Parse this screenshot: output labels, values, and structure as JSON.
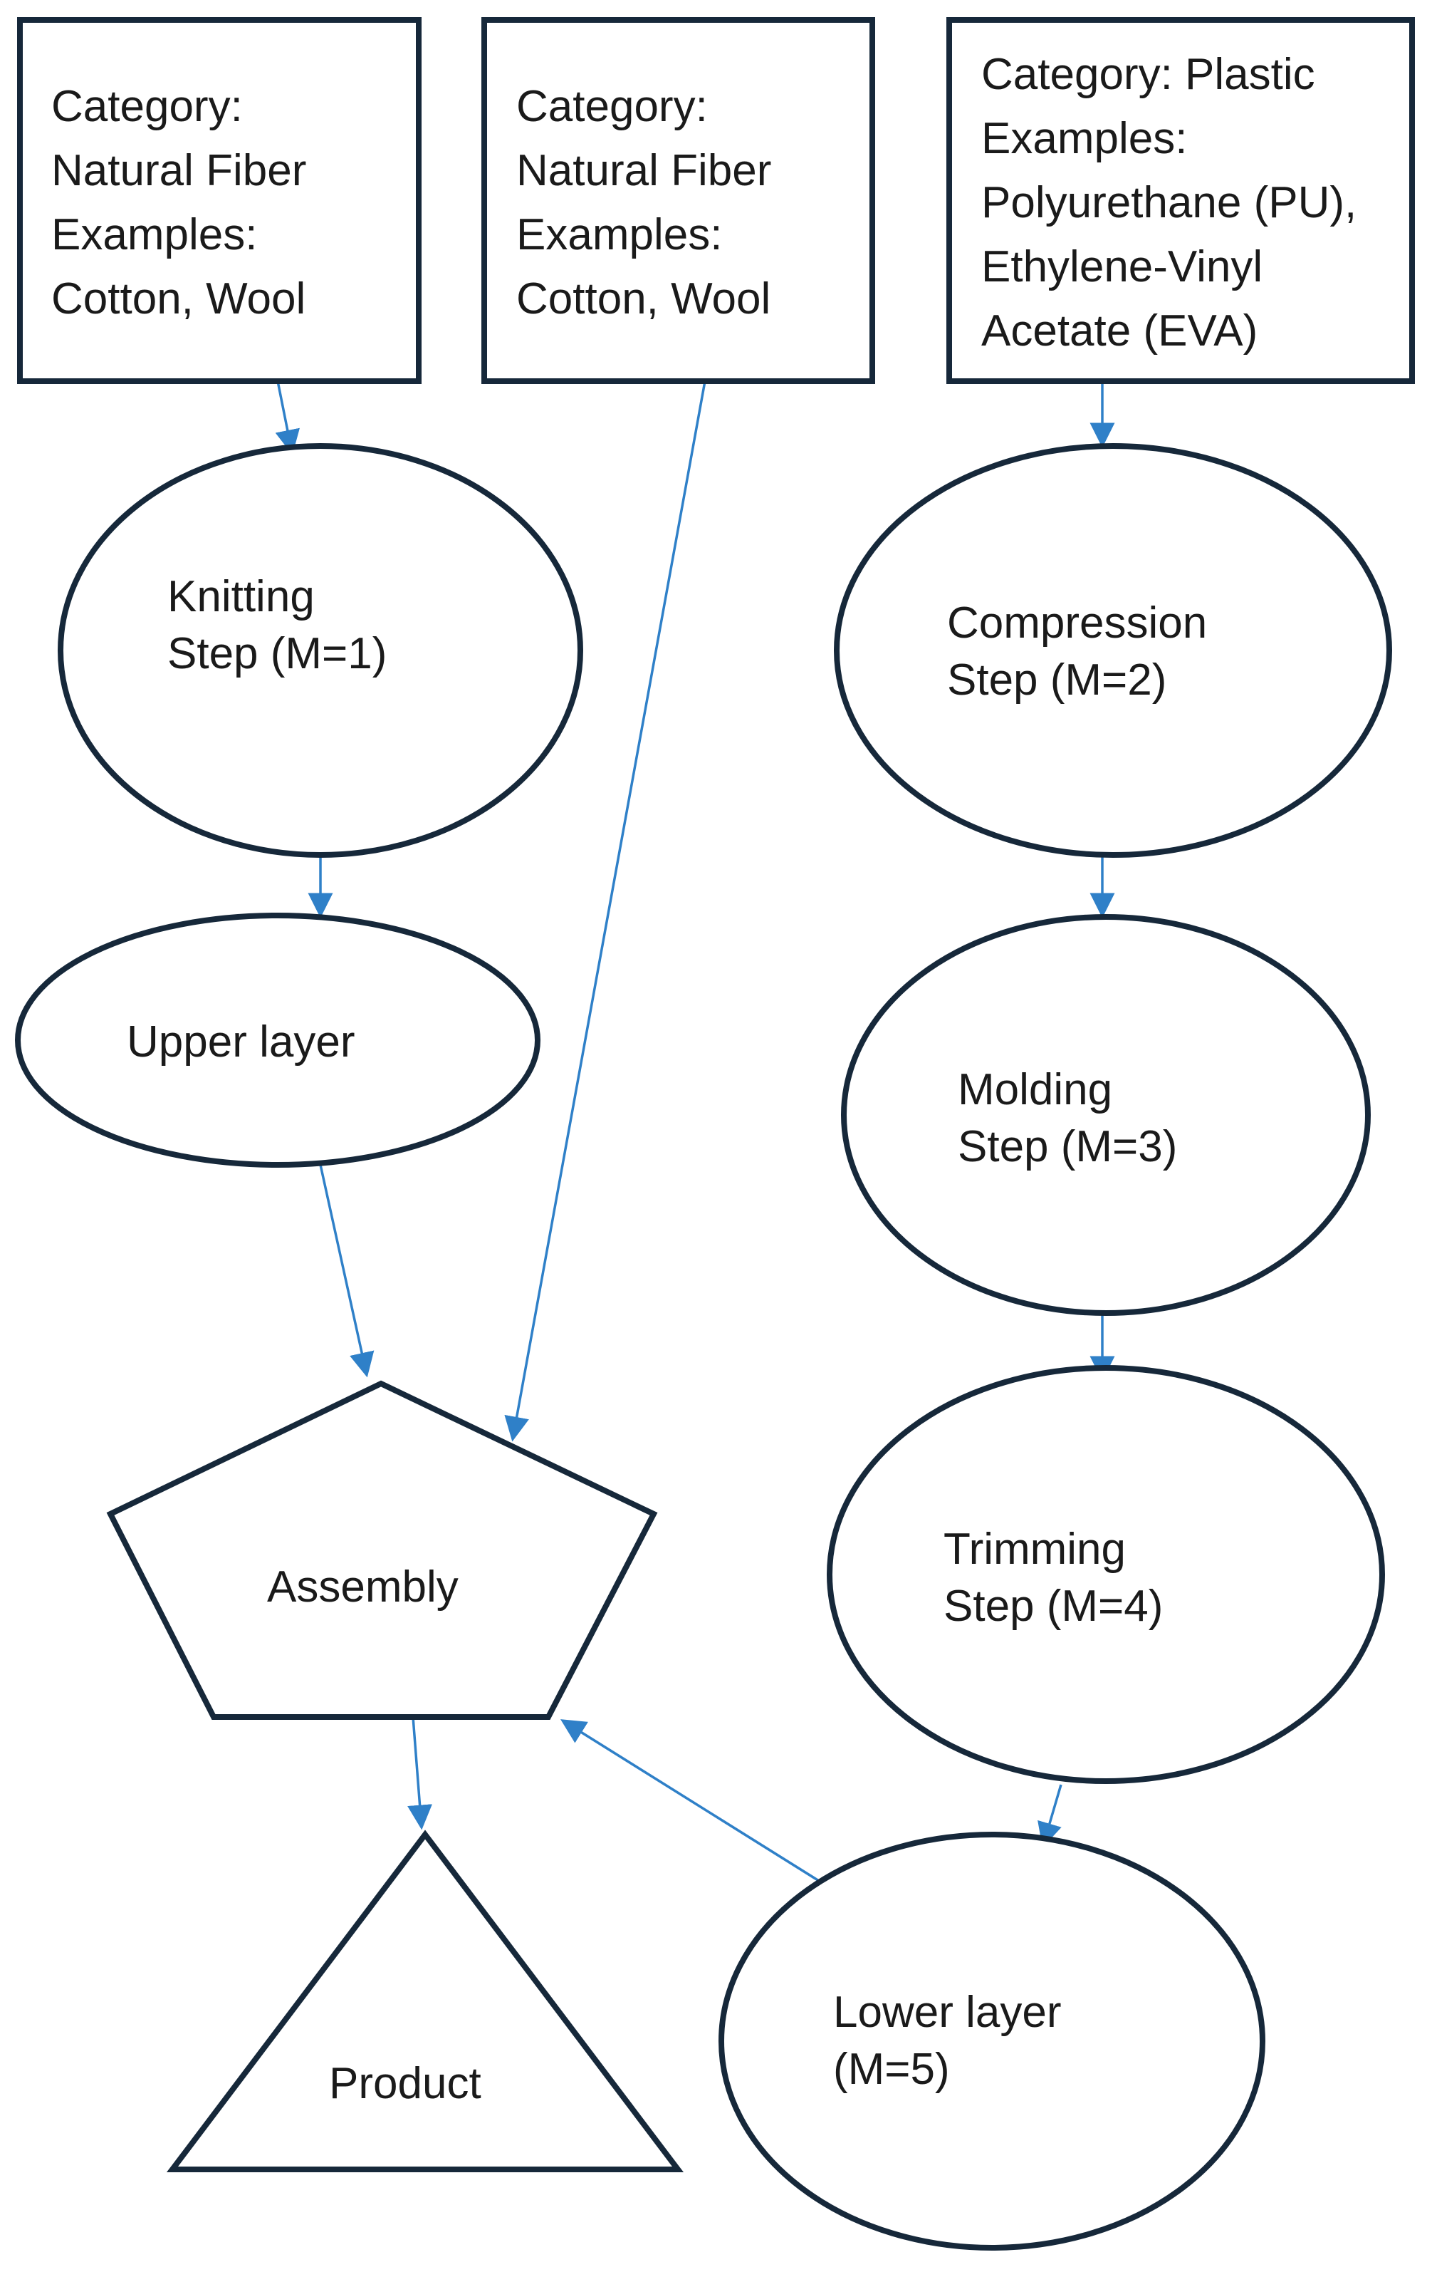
{
  "sources": [
    {
      "lines": [
        "Category:",
        "Natural Fiber",
        "Examples:",
        "Cotton, Wool"
      ]
    },
    {
      "lines": [
        "Category:",
        "Natural Fiber",
        "Examples:",
        "Cotton, Wool"
      ]
    },
    {
      "lines": [
        "Category: Plastic",
        "Examples:",
        "Polyurethane (PU),",
        "Ethylene-Vinyl",
        "Acetate (EVA)"
      ]
    }
  ],
  "process": {
    "knitting": {
      "lines": [
        "Knitting",
        "Step (M=1)"
      ]
    },
    "upper_layer": {
      "lines": [
        "Upper layer"
      ]
    },
    "compression": {
      "lines": [
        "Compression",
        "Step (M=2)"
      ]
    },
    "molding": {
      "lines": [
        "Molding",
        "Step (M=3)"
      ]
    },
    "trimming": {
      "lines": [
        "Trimming",
        "Step (M=4)"
      ]
    },
    "lower_layer": {
      "lines": [
        "Lower layer",
        "(M=5)"
      ]
    },
    "assembly": {
      "lines": [
        "Assembly"
      ]
    },
    "product": {
      "lines": [
        "Product"
      ]
    }
  },
  "colors": {
    "shape_stroke": "#16283a",
    "arrow": "#2f80c8",
    "text": "#1a1a1a"
  }
}
